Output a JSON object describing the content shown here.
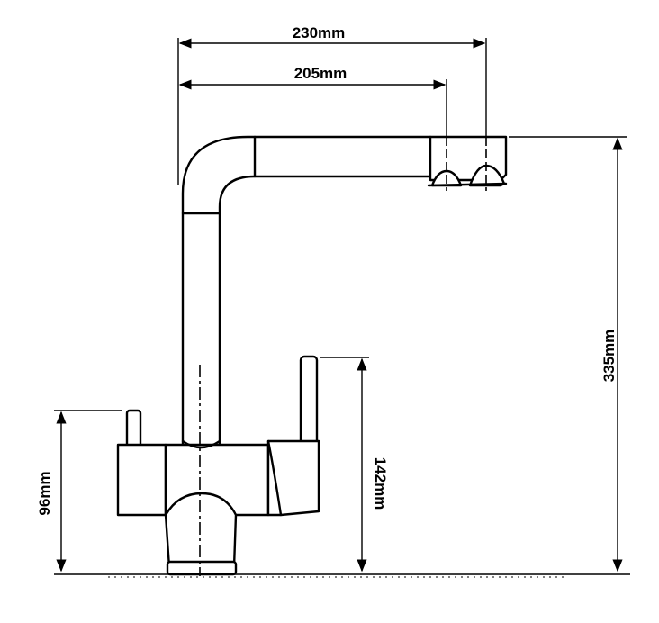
{
  "drawing": {
    "subject": "faucet",
    "dimensions": {
      "overall_reach": "230mm",
      "spout_reach": "205mm",
      "total_height": "335mm",
      "lever_height": "142mm",
      "body_height": "96mm"
    }
  }
}
